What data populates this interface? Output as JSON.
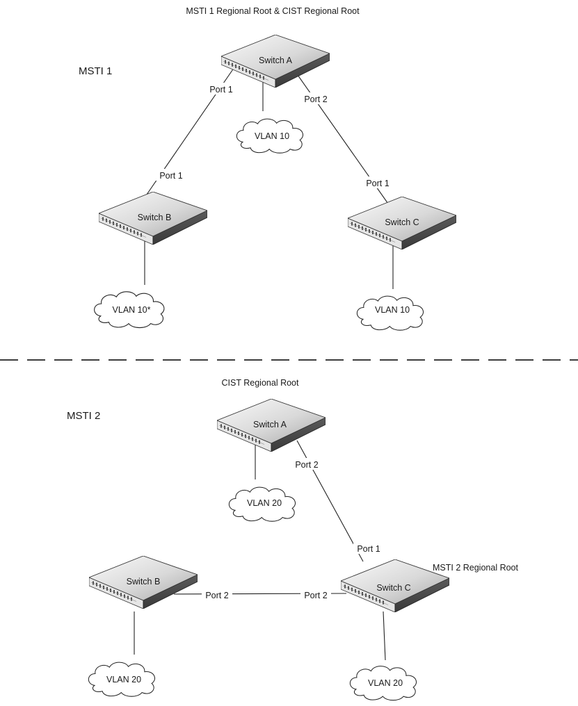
{
  "msti1": {
    "section_label": "MSTI 1",
    "root_caption": "MSTI 1 Regional Root & CIST Regional Root",
    "switches": {
      "a": "Switch A",
      "b": "Switch B",
      "c": "Switch C"
    },
    "ports": {
      "a_to_b": "Port 1",
      "a_to_c": "Port 2",
      "b_to_a": "Port 1",
      "c_to_a": "Port 1"
    },
    "clouds": {
      "a": "VLAN 10",
      "b": "VLAN 10*",
      "c": "VLAN 10"
    }
  },
  "msti2": {
    "section_label": "MSTI 2",
    "root_caption": "CIST Regional Root",
    "regional_root_caption": "MSTI 2 Regional Root",
    "switches": {
      "a": "Switch A",
      "b": "Switch B",
      "c": "Switch C"
    },
    "ports": {
      "a_to_c": "Port 2",
      "c_to_a": "Port 1",
      "b_to_c": "Port 2",
      "c_to_b": "Port 2"
    },
    "clouds": {
      "a": "VLAN 20",
      "b": "VLAN 20",
      "c": "VLAN 20"
    }
  },
  "icon_names": {
    "switch": "network-switch-icon",
    "cloud": "vlan-cloud-icon"
  }
}
